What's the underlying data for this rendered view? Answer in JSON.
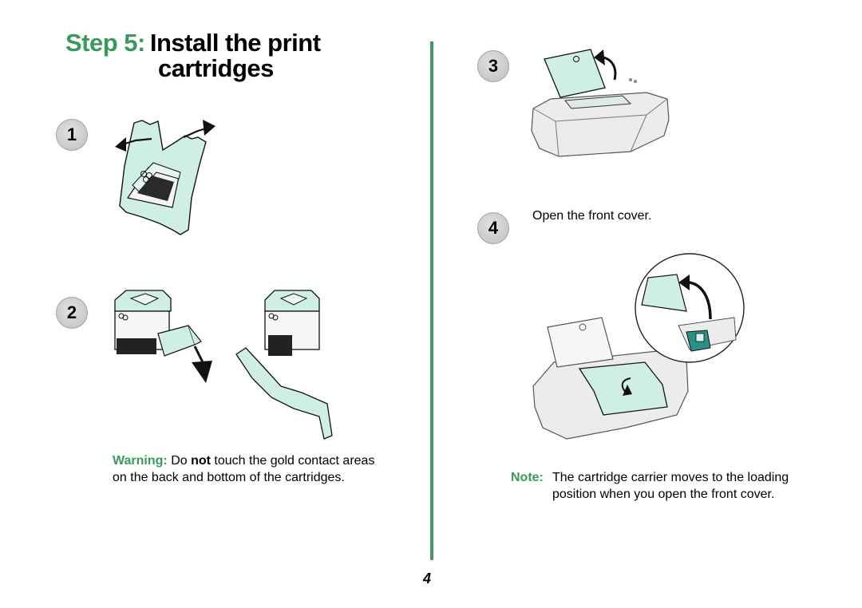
{
  "title": {
    "step": "Step 5:",
    "line1": "Install the print",
    "line2": "cartridges"
  },
  "steps": [
    {
      "number": "1"
    },
    {
      "number": "2"
    },
    {
      "number": "3"
    },
    {
      "number": "4",
      "text": "Open the front cover."
    }
  ],
  "warning": {
    "label": "Warning:",
    "pre": "Do",
    "bold": "not",
    "post": "touch the gold contact areas on the back and bottom of the cartridges."
  },
  "note": {
    "label": "Note:",
    "text": "The cartridge carrier moves to the loading position when you open the front cover."
  },
  "page_number": "4",
  "colors": {
    "accent": "#3a9a5c",
    "illustration_teal": "#cfeee6",
    "badge_gray": "#c8c8c8"
  }
}
